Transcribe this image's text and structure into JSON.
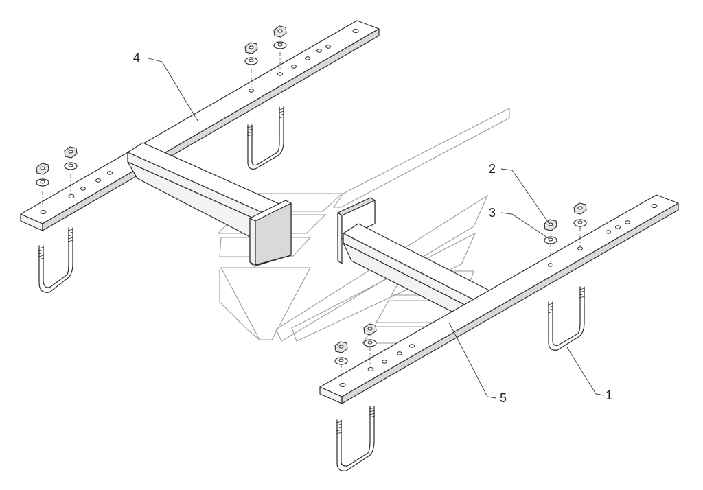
{
  "callouts": [
    {
      "id": "1",
      "label": "1"
    },
    {
      "id": "2",
      "label": "2"
    },
    {
      "id": "3",
      "label": "3"
    },
    {
      "id": "4",
      "label": "4"
    },
    {
      "id": "5",
      "label": "5"
    }
  ],
  "colors": {
    "line": "#2a2a2a",
    "fill": "#f3f3f3",
    "watermark": "#9a9a9a",
    "background": "#ffffff"
  },
  "icons": [
    "u-bolt-icon",
    "nut-icon",
    "washer-icon",
    "watermark-logo"
  ]
}
